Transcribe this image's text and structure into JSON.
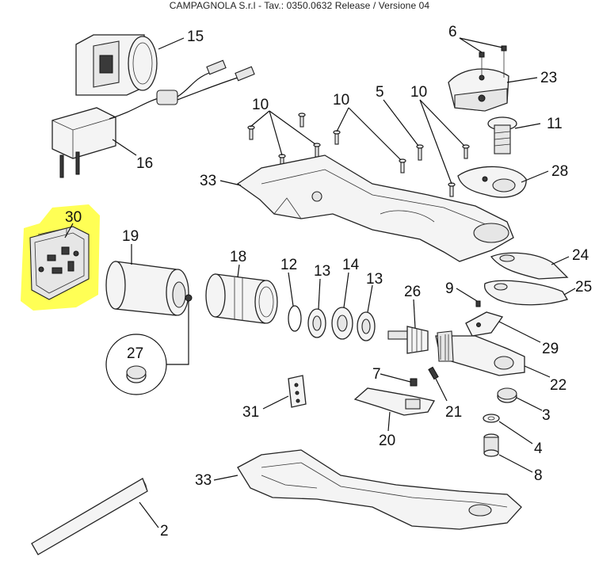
{
  "header": {
    "title": "CAMPAGNOLA S.r.l - Tav.: 0350.0632 Release / Versione 04"
  },
  "highlight_color": "#ffff55",
  "labels": {
    "p15": "15",
    "p16": "16",
    "p6": "6",
    "p23": "23",
    "p11": "11",
    "p10a": "10",
    "p10b": "10",
    "p10c": "10",
    "p5": "5",
    "p33a": "33",
    "p28": "28",
    "p30": "30",
    "p19": "19",
    "p18": "18",
    "p12": "12",
    "p13a": "13",
    "p14": "14",
    "p13b": "13",
    "p24": "24",
    "p25": "25",
    "p9": "9",
    "p26": "26",
    "p29": "29",
    "p27": "27",
    "p22": "22",
    "p7": "7",
    "p21": "21",
    "p3": "3",
    "p31": "31",
    "p20": "20",
    "p4": "4",
    "p33b": "33",
    "p8": "8",
    "p2": "2"
  }
}
